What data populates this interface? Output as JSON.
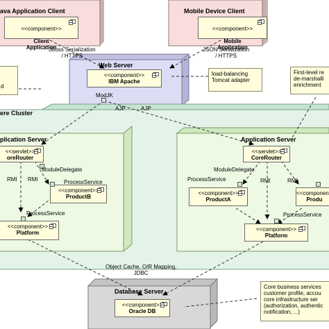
{
  "nodes": {
    "java_client": {
      "title": "ava Application Client",
      "component_stereotype": "<<component>>",
      "component_name": "Client\nApplication"
    },
    "mobile_client": {
      "title": "Mobile Device Client",
      "component_stereotype": "<<component>>",
      "component_name": "Mobile\nApplication"
    },
    "web_server": {
      "title": "Web Server",
      "component_stereotype": "<<component>>",
      "component_name": "IBM Apache",
      "port_label": "ModJK"
    },
    "cluster": {
      "title": "ere Cluster"
    },
    "app_server_left": {
      "title": "plication Server",
      "core_router": {
        "stereotype": "<<servlet>>",
        "name": "oreRouter"
      },
      "product_b": {
        "stereotype": "<<component>>",
        "name": "ProductB"
      },
      "platform": {
        "stereotype": "<<component>>",
        "name": "Platform"
      }
    },
    "app_server_right": {
      "title": "Application Server",
      "core_router": {
        "stereotype": "<<servlet>>",
        "name": "CoreRouter"
      },
      "product_a": {
        "stereotype": "<<component>>",
        "name": "ProductA"
      },
      "product_c": {
        "stereotype": "<<component>>",
        "name": "Produ"
      },
      "platform": {
        "stereotype": "<<component>>",
        "name": "Platform"
      }
    },
    "database": {
      "title": "Database Server",
      "component_stereotype": "<<component>>",
      "component_name": "Oracle DB"
    }
  },
  "edge_labels": {
    "jboss": "JBoss Serialization\n/ HTTPS",
    "json": "JSON Serialization\n/ HTTPS",
    "ajp_left": "AJP",
    "ajp_right": "AJP",
    "module_delegate_left": "ModuleDelegate",
    "module_delegate_right": "ModuleDelegate",
    "rmi_1": "RMI",
    "rmi_2": "RMI",
    "rmi_3": "RMI",
    "rmi_4": "RMI",
    "process_service_1": "ProcessService",
    "process_service_2": "ProcessService",
    "process_service_3": "ProcessService",
    "process_service_4": "ProcessService",
    "db_link": "Object Cache, O/R Mapping,\nJDBC"
  },
  "notes": {
    "load_balancing": "load-balancing\nTomcat adapter",
    "first_level": "First-level re\nde-marshalli\nenrichment",
    "left_fragment": "d",
    "core_business": "Core business services\ncustomer profile, accou\ncore infrastructure ser\n(authorization, authentic\nnotification, ...)"
  },
  "colors": {
    "client_fill": "#f9dcdc",
    "web_fill": "#dcdcf4",
    "cluster_fill": "#e4f3ea",
    "app_fill": "#eef9e4",
    "db_fill": "#d8d8d8",
    "component_fill": "#fffddb"
  }
}
